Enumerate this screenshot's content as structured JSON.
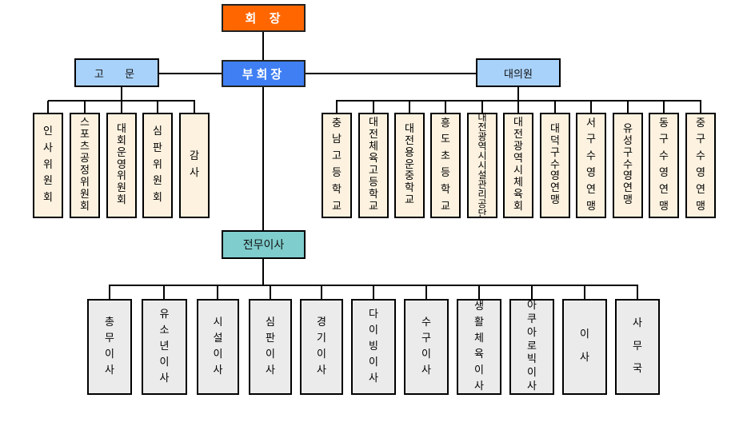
{
  "title": "조직도",
  "chairman": "회  장",
  "vice_chairman": "부회장",
  "advisor": "고  문",
  "delegates": "대의원",
  "executive_director": "전무이사",
  "committees": [
    "인사위원회",
    "스포츠공정위원회",
    "대회운영위원회",
    "심판위원회",
    "감 사"
  ],
  "delegate_members": [
    "충남고등학교",
    "대전체육고등학교",
    "대전용운중학교",
    "흥도초등학교",
    "대전광역시시설관리공단",
    "대전광역시체육회",
    "대덕구수영연맹",
    "서구수영연맹",
    "유성구수영연맹",
    "동구수영연맹",
    "중구수영연맹"
  ],
  "directors": [
    "총무이사",
    "유소년이사",
    "시설이사",
    "심판이사",
    "경기이사",
    "다이빙이사",
    "수구이사",
    "생활체육이사",
    "아쿠아로빅이사",
    "이 사",
    "사무국"
  ],
  "colors": {
    "chairman": "#ff6600",
    "vice_chairman": "#3f7ff3",
    "advisor": "#a9d2fa",
    "executive": "#7fcdcd",
    "committee": "#fdf2e0",
    "director": "#ebebeb"
  }
}
